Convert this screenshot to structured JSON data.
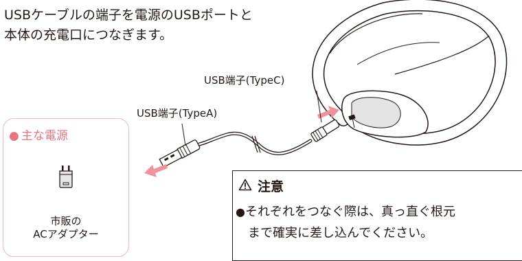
{
  "intro": {
    "line1": "USBケーブルの端子を電源のUSBポートと",
    "line2": "本体の充電口につなぎます。"
  },
  "labels": {
    "usb_c": "USB端子(TypeC)",
    "usb_a": "USB端子(TypeA)"
  },
  "power_box": {
    "bullet": "●",
    "title": "主な電源",
    "item_line1": "市販の",
    "item_line2": "ACアダプター",
    "icon": "ac-adapter-icon"
  },
  "caution": {
    "icon": "warning-triangle-icon",
    "title": "注意",
    "bullet": "●",
    "line1": "それぞれをつなぐ際は、真っ直ぐ根元",
    "line2": "まで確実に差し込んでください。"
  },
  "colors": {
    "accent_pink": "#e8747f",
    "arrow": "#f0929a",
    "box_border": "#f2b7bb",
    "text": "#231815"
  }
}
